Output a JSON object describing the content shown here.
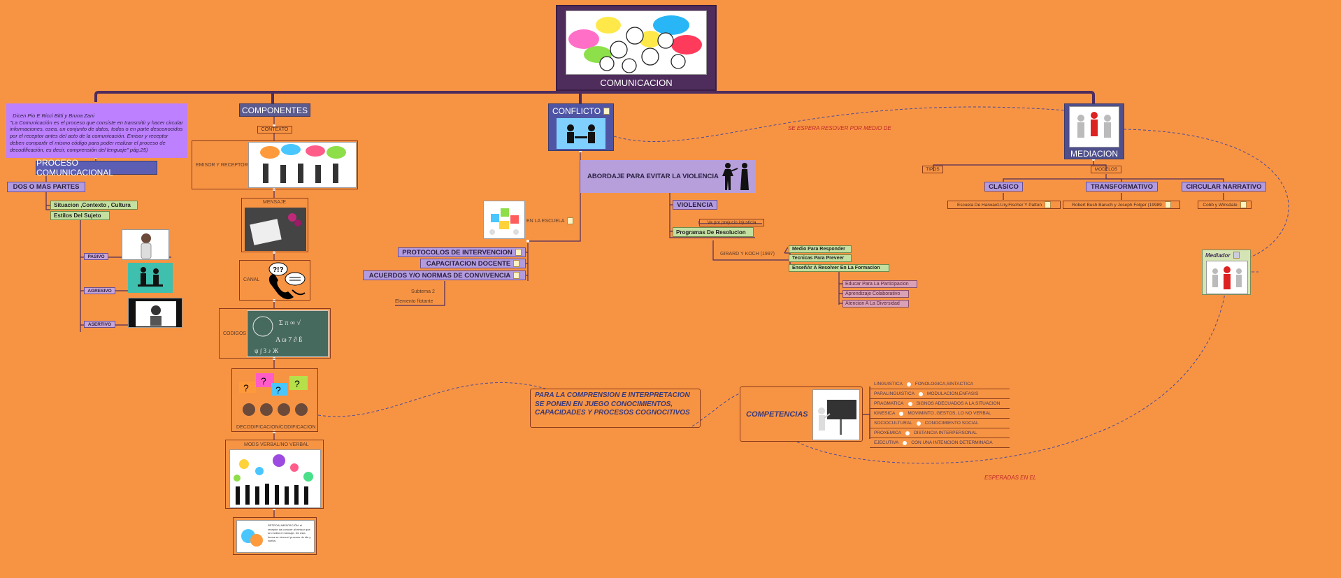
{
  "colors": {
    "background": "#f79444",
    "root": "#4e2c5c",
    "topic": "#5b5b8f",
    "lavender": "#b39be0",
    "green": "#c4e0a0",
    "pink": "#d9a0b6",
    "link": "#4e2c5c",
    "dashed": "#4a4a9a",
    "annotation": "#c0282a"
  },
  "root": {
    "title": "COMUNICACION",
    "image": "people-speech-bubbles-illustration"
  },
  "quote": {
    "text": "Dicen Pio E Ricci Bitti y Bruna Zani \n\"La Comunicación es el proceso que consiste en transmitir y hacer circular informaciones, osea, un conjunto de datos, todos o en parte desconocidos por el receptor antes del acto de la comunicación. Emisor y receptor deben compartir el mismo código para poder realizar el proceso de decodificación, es decir, comprensión del lenguaje\" pág.25)"
  },
  "proceso": {
    "title": "PROCESO COMUNICACIONAL",
    "partes": "DOS O MAS PARTES",
    "situacion": "Situacion ,Contexto , Cultura",
    "estilos": "Estilos Del Sujeto",
    "pasivo": "PASIVO",
    "agresivo": "AGRESIVO",
    "asertivo": "ASERTIVO"
  },
  "componentes": {
    "title": "COMPONENTES",
    "contexto": "CONTEXTO",
    "emisor": "EMISOR Y RECEPTOR",
    "mensaje": "MENSAJE",
    "canal": "CANAL",
    "codigos": "CODIGOS",
    "decod": "DECODIFICACION/CODIFICACION",
    "modos": "MODS VERBAL/NO VERBAL",
    "retro": "RETROALIMENTACIÓN: el receptor da conocer al emisor que se recibió el mensaje. De esta forma se cierra el proceso de ida y vuelta."
  },
  "conflicto": {
    "title": "CONFLICTO",
    "abordaje": "ABORDAJE PARA EVITAR LA VIOLENCIA",
    "violencia": "VIOLENCIA",
    "prejuicio": "Va por prejucio,injusticia",
    "programas": "Programas De Resolucion",
    "girard": "GIRARD Y KOCH (1997)",
    "medio": "Medio Para Responder",
    "tecnicas": "Tecnicas Para Preveer",
    "ensenar": "EnseñAr A Resolver En La Formacion",
    "educar": "Educar Para La Participacion",
    "aprendizaje": "Aprendizaje Colaborativo",
    "atencion": "Atencion A La Diversidad",
    "escuela": "EN LA ESCUELA",
    "protocolos": "PROTOCOLOS DE INTERVENCION",
    "capacitacion": "CAPACITACION DOCENTE",
    "acuerdos": "ACUERDOS Y/O NORMAS DE CONVIVENCIA",
    "subtema": "Subtema 2",
    "flotante": "Elemento flotante"
  },
  "mediacion": {
    "title": "MEDIACION",
    "tipos": "TIPOS",
    "modelos": "MODELOS",
    "clasico": "CLASICO",
    "transformativo": "TRANSFORMATIVO",
    "circular": "CIRCULAR NARRATIVO",
    "clasico_autor": "Escuela De Harward-Ury,Fischer Y Patton",
    "transf_autor": "Robert Bush Baruch y Joseph Folger (19989",
    "circ_autor": "Cobb y Winsdale",
    "mediador": "Mediador"
  },
  "comprension": {
    "text": "PARA LA COMPRENSION E INTERPRETACION SE PONEN EN JUEGO CONOCIMIENTOS, CAPACIDADES Y PROCESOS COGNOCITIVOS"
  },
  "competencias": {
    "title": "COMPETENCIAS",
    "items": [
      {
        "k": "LINGUISTICA",
        "v": "FONOLOGICA,SINTACTICA"
      },
      {
        "k": "PARALINGUISTICA",
        "v": "MODULACION,ENFASIS"
      },
      {
        "k": "PRAGMATICA",
        "v": "SIGNOS ADECUADOS A LA SITUACION"
      },
      {
        "k": "KINESICA",
        "v": "MOVIMINTO ,GESTOS, LO NO VERBAL"
      },
      {
        "k": "SOCIOCULTURAL",
        "v": "CONOCIMIENTO SOCIAL"
      },
      {
        "k": "PROXEMICA",
        "v": "DISTANCIA INTERPERSONAL"
      },
      {
        "k": "EJECUTIVA",
        "v": "CON UNA INTENCION DETERMINADA"
      }
    ]
  },
  "annotations": {
    "resolver": "SE ESPERA RESOVER POR MEDIO DE",
    "esperadas": "ESPERADAS EN EL"
  }
}
